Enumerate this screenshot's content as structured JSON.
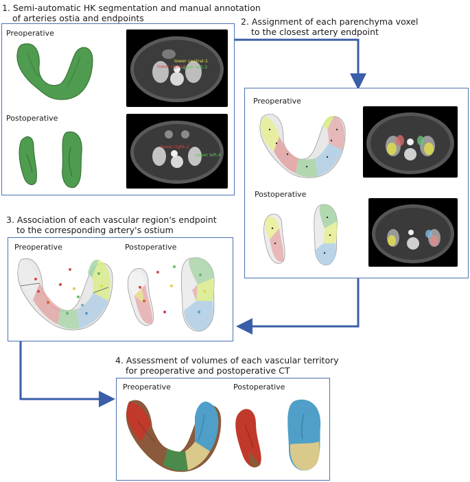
{
  "colors": {
    "arrow": "#3a5ea8",
    "panel_border": "#4a6fb0",
    "kidney_green": "#3f8a3f",
    "territory_red": "#c0392b",
    "territory_blue": "#4f9fc8",
    "territory_green": "#4a8a4a",
    "territory_yellow": "#d9c98a",
    "territory_brown": "#8b5a3c"
  },
  "steps": [
    {
      "title_line1": "1. Semi-automatic HK segmentation and manual annotation",
      "title_line2": "of arteries ostia and endpoints"
    },
    {
      "title_line1": "2. Assignment of each parenchyma voxel",
      "title_line2": "to the closest artery endpoint"
    },
    {
      "title_line1": "3. Association of each vascular region's endpoint",
      "title_line2": "to the corresponding artery's ostium"
    },
    {
      "title_line1": "4. Assessment of volumes of each vascular territory",
      "title_line2": "for preoperative and postoperative CT"
    }
  ],
  "labels": {
    "preop": "Preoperative",
    "postop": "Postoperative"
  },
  "ct_annotations": {
    "preop": [
      "lower central-1",
      "lower right-1",
      "upper left-3"
    ],
    "postop": [
      "lower right-2",
      "upper left-4"
    ]
  }
}
